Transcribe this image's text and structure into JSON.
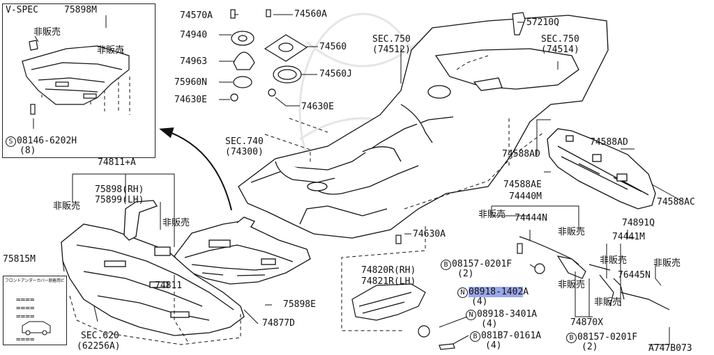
{
  "diagram": {
    "ref_code": "A747B073",
    "inset": {
      "title": "V-SPEC",
      "part_no": "75898M",
      "not_sold_1": "非販売",
      "not_sold_2": "非販売",
      "bolt_prefix": "S",
      "bolt": "08146-6202H",
      "bolt_qty": "(8)"
    },
    "caution_label": {
      "header": "フロントアンダーカバー脱着用ビニール袋",
      "lines": [
        "====",
        "====",
        "====",
        "===="
      ]
    },
    "labels": {
      "p74570A": "74570A",
      "p74940": "74940",
      "p74963": "74963",
      "p75960N": "75960N",
      "p74630E_l": "74630E",
      "p74560A": "74560A",
      "p74560": "74560",
      "p74560J": "74560J",
      "p74630E_r": "74630E",
      "sec750a": "SEC.750",
      "sec750a_no": "(74512)",
      "p57210Q": "57210Q",
      "sec750b": "SEC.750",
      "sec750b_no": "(74514)",
      "sec740": "SEC.740",
      "sec740_no": "(74300)",
      "p74811A": "74811+A",
      "p75898RH": "75898(RH)",
      "p75899LH": "75899(LH)",
      "ns_left": "非販売",
      "ns_mid": "非販売",
      "p75815M": "75815M",
      "p74811": "74811",
      "p75898E": "75898E",
      "p74877D": "74877D",
      "sec620": "SEC.620",
      "sec620_no": "(62256A)",
      "p74630A": "74630A",
      "p74588AD_l": "74588AD",
      "p74588AD_r": "74588AD",
      "p74588AE": "74588AE",
      "p74588AC": "74588AC",
      "p74440M": "74440M",
      "ns_r1": "非販売",
      "p74444N": "74444N",
      "ns_r2": "非販売",
      "p74891Q": "74891Q",
      "p74441M": "74441M",
      "p74820R": "74820R(RH)",
      "p74821R": "74821R(LH)",
      "b_prefix_1": "B",
      "p08157_1": "08157-0201F",
      "p08157_1_qty": "(2)",
      "n_prefix_1": "N",
      "p08918_1402": "08918-1402",
      "p08918_1402_sfx": "A",
      "p08918_1402_qty": "(4)",
      "ns_r3": "非販売",
      "ns_r4": "非販売",
      "ns_r5": "非販売",
      "p76445N": "76445N",
      "ns_r6": "非販売",
      "n_prefix_2": "N",
      "p08918_3401": "08918-3401A",
      "p08918_3401_qty": "(4)",
      "b_prefix_2": "B",
      "p081B7": "081B7-0161A",
      "p081B7_qty": "(4)",
      "p74870X": "74870X",
      "b_prefix_3": "B",
      "p08157_2": "08157-0201F",
      "p08157_2_qty": "(2)"
    }
  }
}
